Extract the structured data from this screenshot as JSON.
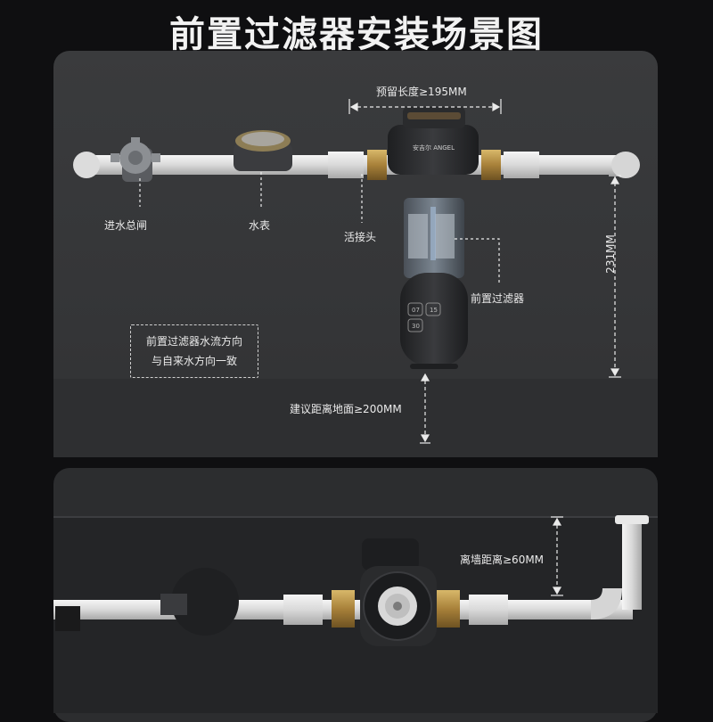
{
  "page": {
    "title": "前置过滤器安装场景图"
  },
  "top_scene": {
    "labels": {
      "inlet_valve": "进水总闸",
      "water_meter": "水表",
      "union_joint": "活接头",
      "prefilter": "前置过滤器",
      "reserve_length": "预留长度≥195MM",
      "height": "231MM",
      "ground_distance": "建议距离地面≥200MM"
    },
    "note_lines": [
      "前置过滤器水流方向",
      "与自来水方向一致"
    ],
    "brand_mark": "安吉尔 ANGEL",
    "dial_digits": [
      "07",
      "15",
      "30"
    ]
  },
  "bottom_scene": {
    "labels": {
      "wall_distance": "离墙距离≥60MM"
    }
  },
  "colors": {
    "background": "#0f0f11",
    "panel": "#363739",
    "pipe": "#e6e6e6",
    "brass": "#b08a3a",
    "filter_body": "#2b2c2e"
  }
}
